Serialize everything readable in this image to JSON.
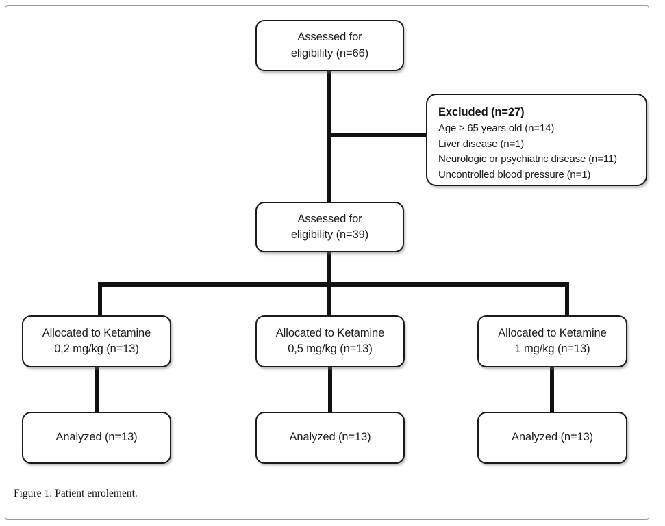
{
  "figure": {
    "caption": "Figure 1: Patient enrolement.",
    "border_color": "#9a9a9a",
    "box_border_color": "#1a1a1a",
    "connector_color": "#111111",
    "background": "#ffffff"
  },
  "nodes": {
    "assessed_top": {
      "text": "Assessed for\neligibility (n=66)"
    },
    "assessed_second": {
      "text": "Assessed for\neligibility (n=39)"
    },
    "excluded": {
      "title": "Excluded (n=27)",
      "reasons": [
        "Age ≥ 65 years old (n=14)",
        "Liver disease (n=1)",
        "Neurologic or psychiatric disease (n=11)",
        "Uncontrolled blood pressure (n=1)"
      ]
    },
    "allocated_left": {
      "text": "Allocated to Ketamine\n0,2 mg/kg (n=13)"
    },
    "allocated_middle": {
      "text": "Allocated to Ketamine\n0,5 mg/kg (n=13)"
    },
    "allocated_right": {
      "text": "Allocated to Ketamine\n1 mg/kg (n=13)"
    },
    "analyzed_left": {
      "text": "Analyzed (n=13)"
    },
    "analyzed_middle": {
      "text": "Analyzed (n=13)"
    },
    "analyzed_right": {
      "text": "Analyzed (n=13)"
    }
  },
  "chart_data": {
    "type": "diagram",
    "title": "Patient enrolement",
    "flow": [
      {
        "id": "assessed_top",
        "label": "Assessed for eligibility (n=66)",
        "n": 66
      },
      {
        "id": "excluded",
        "label": "Excluded (n=27)",
        "n": 27,
        "children": [
          {
            "label": "Age ≥ 65 years old",
            "n": 14
          },
          {
            "label": "Liver disease",
            "n": 1
          },
          {
            "label": "Neurologic or psychiatric disease",
            "n": 11
          },
          {
            "label": "Uncontrolled blood pressure",
            "n": 1
          }
        ]
      },
      {
        "id": "assessed_second",
        "label": "Assessed for eligibility (n=39)",
        "n": 39
      },
      {
        "id": "allocated_left",
        "label": "Allocated to Ketamine 0,2 mg/kg (n=13)",
        "n": 13
      },
      {
        "id": "allocated_middle",
        "label": "Allocated to Ketamine 0,5 mg/kg (n=13)",
        "n": 13
      },
      {
        "id": "allocated_right",
        "label": "Allocated to Ketamine 1 mg/kg (n=13)",
        "n": 13
      },
      {
        "id": "analyzed_left",
        "label": "Analyzed (n=13)",
        "n": 13
      },
      {
        "id": "analyzed_middle",
        "label": "Analyzed (n=13)",
        "n": 13
      },
      {
        "id": "analyzed_right",
        "label": "Analyzed (n=13)",
        "n": 13
      }
    ]
  }
}
